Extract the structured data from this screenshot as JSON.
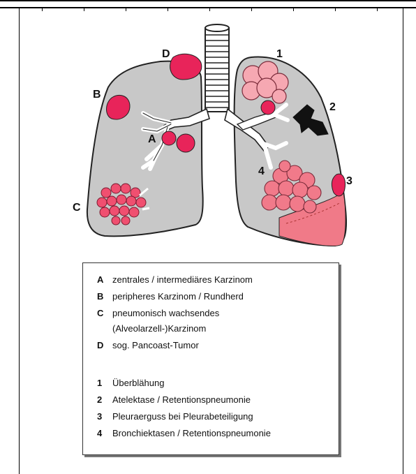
{
  "labels": {
    "A": "A",
    "B": "B",
    "C": "C",
    "D": "D",
    "n1": "1",
    "n2": "2",
    "n3": "3",
    "n4": "4"
  },
  "legend": {
    "letters": [
      {
        "key": "A",
        "text": "zentrales / intermediäres Karzinom"
      },
      {
        "key": "B",
        "text": "peripheres Karzinom / Rundherd"
      },
      {
        "key": "C",
        "text": "pneumonisch wachsendes"
      },
      {
        "key": "",
        "text": "(Alveolarzell-)Karzinom"
      },
      {
        "key": "D",
        "text": "sog. Pancoast-Tumor"
      }
    ],
    "numbers": [
      {
        "key": "1",
        "text": "Überblähung"
      },
      {
        "key": "2",
        "text": "Atelektase / Retentionspneumonie"
      },
      {
        "key": "3",
        "text": "Pleuraerguss bei Pleurabeteiligung"
      },
      {
        "key": "4",
        "text": "Bronchiektasen / Retentionspneumonie"
      }
    ]
  },
  "colors": {
    "lung_fill": "#c8c8c8",
    "tumor": "#e8245a",
    "light_tumor": "#f28a9a",
    "effusion": "#f07a88",
    "atelectasis": "#111111",
    "outline": "#222222"
  }
}
